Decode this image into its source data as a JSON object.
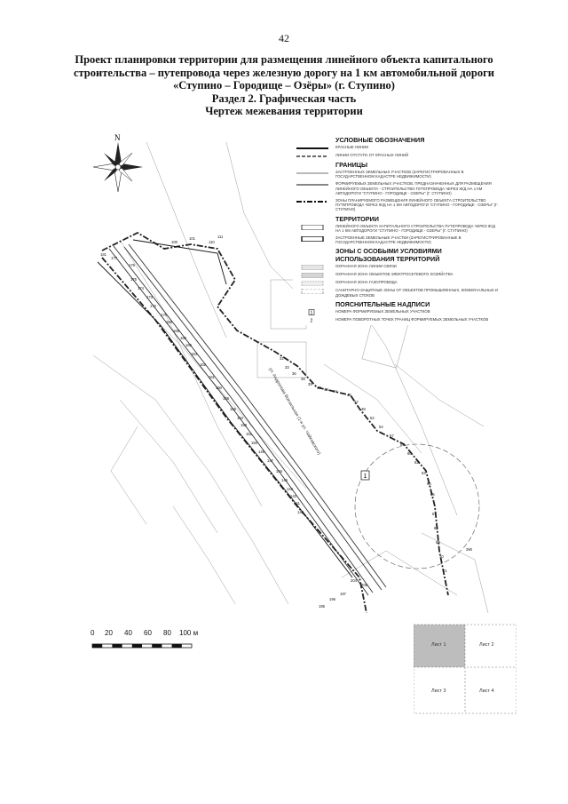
{
  "page_number": "42",
  "title": {
    "line1": "Проект планировки территории для размещения линейного объекта капитального",
    "line2": "строительства – путепровода через железную дорогу на 1 км автомобильной дороги",
    "line3": "«Ступино – Городище – Озёры» (г. Ступино)",
    "section": "Раздел 2. Графическая часть",
    "subtitle": "Чертеж межевания территории"
  },
  "compass_label": "N",
  "legend": {
    "heading": "УСЛОВНЫЕ ОБОЗНАЧЕНИЯ",
    "red_lines": "КРАСНЫЕ ЛИНИИ",
    "setback_lines": "ЛИНИИ ОТСТУПА ОТ КРАСНЫХ ЛИНИЙ",
    "borders_heading": "ГРАНИЦЫ",
    "border_registered": "ЗАСТРОЕННЫХ ЗЕМЕЛЬНЫХ УЧАСТКОВ (ЗАРЕГИСТРИРОВАННЫХ В ГОСУДАРСТВЕННОМ КАДАСТРЕ НЕДВИЖИМОСТИ)",
    "border_formed": "ФОРМИРУЕМЫХ ЗЕМЕЛЬНЫХ УЧАСТКОВ, ПРЕДНАЗНАЧЕННЫХ ДЛЯ РАЗМЕЩЕНИЯ ЛИНЕЙНОГО ОБЪЕКТА - СТРОИТЕЛЬСТВО ПУТЕПРОВОДА ЧЕРЕЗ Ж/Д НА 1 КМ АВТОДОРОГИ \"СТУПИНО - ГОРОДИЩЕ - ОЗЕРЫ\" (Г. СТУПИНО)",
    "border_zone": "ЗОНЫ ПЛАНИРУЕМОГО РАЗМЕЩЕНИЯ ЛИНЕЙНОГО ОБЪЕКТА СТРОИТЕЛЬСТВО ПУТЕПРОВОДА ЧЕРЕЗ Ж/Д НА 1 КМ АВТОДОРОГИ \"СТУПИНО - ГОРОДИЩЕ - ОЗЕРЫ\" (Г. СТУПИНО)",
    "territories_heading": "ТЕРРИТОРИИ",
    "territory_linear": "ЛИНЕЙНОГО ОБЪЕКТА КАПИТАЛЬНОГО СТРОИТЕЛЬСТВА ПУТЕПРОВОДА ЧЕРЕЗ Ж/Д НА 1 КМ АВТОДОРОГИ \"СТУПИНО - ГОРОДИЩЕ - ОЗЕРЫ\" (Г. СТУПИНО)",
    "territory_built": "ЗАСТРОЕННЫЕ ЗЕМЕЛЬНЫЕ УЧАСТКИ (ЗАРЕГИСТРИРОВАННЫЕ В ГОСУДАРСТВЕННОМ КАДАСТРЕ НЕДВИЖИМОСТИ)",
    "zones_heading": "ЗОНЫ С ОСОБЫМИ УСЛОВИЯМИ ИСПОЛЬЗОВАНИЯ ТЕРРИТОРИЙ",
    "zone_comm": "ОХРАННАЯ ЗОНА ЛИНИИ СВЯЗИ",
    "zone_power": "ОХРАННАЯ ЗОНА ОБЪЕКТОВ ЭЛЕКТРОСЕТЕВОГО ХОЗЯЙСТВА",
    "zone_gas": "ОХРАННАЯ ЗОНА ГАЗОПРОВОДА",
    "zone_sanitary": "САНИТАРНО-ЗАЩИТНЫЕ ЗОНЫ ОТ ОБЪЕКТОВ ПРОМЫШЛЕННЫХ, КОММУНАЛЬНЫХ И ДОЖДЕВЫХ СТОКОВ",
    "notes_heading": "ПОЯСНИТЕЛЬНЫЕ НАДПИСИ",
    "note_parcel_numbers": "НОМЕРА ФОРМИРУЕМЫХ ЗЕМЕЛЬНЫХ УЧАСТКОВ",
    "note_turn_points": "НОМЕРА ПОВОРОТНЫХ ТОЧЕК ГРАНИЦ ФОРМИРУЕМЫХ ЗЕМЕЛЬНЫХ УЧАСТКОВ",
    "sample_parcel": "1",
    "sample_point": "2"
  },
  "map_labels": {
    "road_name": "ул. Андропова Вокзальная (1-я ул. Чайковского)",
    "points": [
      {
        "t": "181"
      },
      {
        "t": "177"
      },
      {
        "t": "176"
      },
      {
        "t": "175"
      },
      {
        "t": "174"
      },
      {
        "t": "173"
      },
      {
        "t": "172"
      },
      {
        "t": "170"
      },
      {
        "t": "169"
      },
      {
        "t": "168"
      },
      {
        "t": "166"
      },
      {
        "t": "165"
      },
      {
        "t": "164"
      },
      {
        "t": "162"
      },
      {
        "t": "161"
      },
      {
        "t": "160"
      },
      {
        "t": "158"
      },
      {
        "t": "156"
      },
      {
        "t": "154"
      },
      {
        "t": "153"
      },
      {
        "t": "151"
      },
      {
        "t": "150"
      },
      {
        "t": "148"
      },
      {
        "t": "147"
      },
      {
        "t": "146"
      },
      {
        "t": "145"
      },
      {
        "t": "143"
      },
      {
        "t": "142"
      },
      {
        "t": "141"
      },
      {
        "t": "140"
      },
      {
        "t": "111"
      },
      {
        "t": "110"
      },
      {
        "t": "101"
      },
      {
        "t": "100"
      },
      {
        "t": "31"
      },
      {
        "t": "33"
      },
      {
        "t": "36"
      },
      {
        "t": "38"
      },
      {
        "t": "39"
      },
      {
        "t": "40"
      },
      {
        "t": "42"
      },
      {
        "t": "44"
      },
      {
        "t": "46"
      },
      {
        "t": "47"
      },
      {
        "t": "48"
      },
      {
        "t": "52"
      },
      {
        "t": "54"
      },
      {
        "t": "57"
      },
      {
        "t": "59"
      },
      {
        "t": "60"
      },
      {
        "t": "62"
      },
      {
        "t": "63"
      },
      {
        "t": "64"
      },
      {
        "t": "65"
      },
      {
        "t": "67"
      },
      {
        "t": "68"
      },
      {
        "t": "69"
      },
      {
        "t": "70"
      },
      {
        "t": "71"
      },
      {
        "t": "390"
      },
      {
        "t": "204"
      },
      {
        "t": "205"
      },
      {
        "t": "197"
      },
      {
        "t": "196"
      },
      {
        "t": "195"
      }
    ],
    "parcel_number": "1"
  },
  "scale_bar": {
    "labels": [
      "0",
      "20",
      "40",
      "60",
      "80",
      "100 м"
    ]
  },
  "sheet_index": {
    "sheet1": "Лист 1",
    "sheet2": "Лист 2",
    "sheet3": "Лист 3",
    "sheet4": "Лист 4"
  }
}
